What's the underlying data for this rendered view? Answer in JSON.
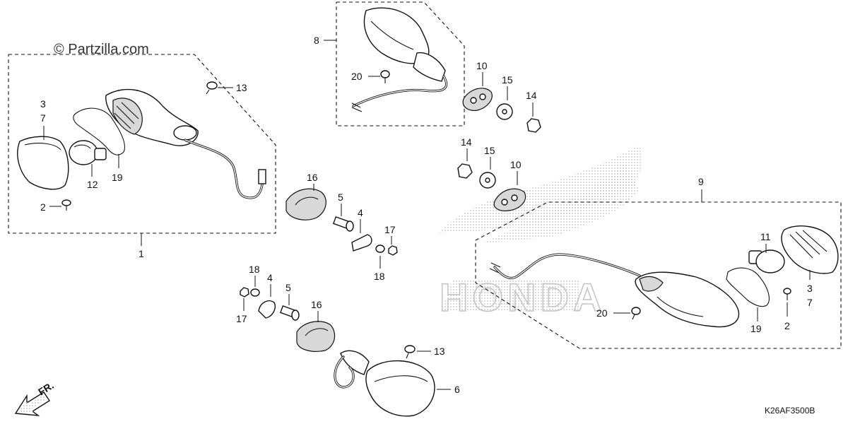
{
  "watermark": "© Partzilla.com",
  "diagram_code": "K26AF3500B",
  "direction_label": "FR.",
  "background_logo_text": "HONDA",
  "callouts": {
    "c1": "1",
    "c2a": "2",
    "c2b": "2",
    "c3a": "3",
    "c3b": "3",
    "c4a": "4",
    "c4b": "4",
    "c5a": "5",
    "c5b": "5",
    "c6": "6",
    "c7a": "7",
    "c7b": "7",
    "c8": "8",
    "c9": "9",
    "c10a": "10",
    "c10b": "10",
    "c11": "11",
    "c12": "12",
    "c13a": "13",
    "c13b": "13",
    "c14a": "14",
    "c14b": "14",
    "c15a": "15",
    "c15b": "15",
    "c16a": "16",
    "c16b": "16",
    "c17a": "17",
    "c17b": "17",
    "c18a": "18",
    "c18b": "18",
    "c19a": "19",
    "c19b": "19",
    "c20a": "20",
    "c20b": "20"
  },
  "colors": {
    "line": "#111111",
    "logo": "#c8c8c8",
    "background": "#ffffff"
  }
}
